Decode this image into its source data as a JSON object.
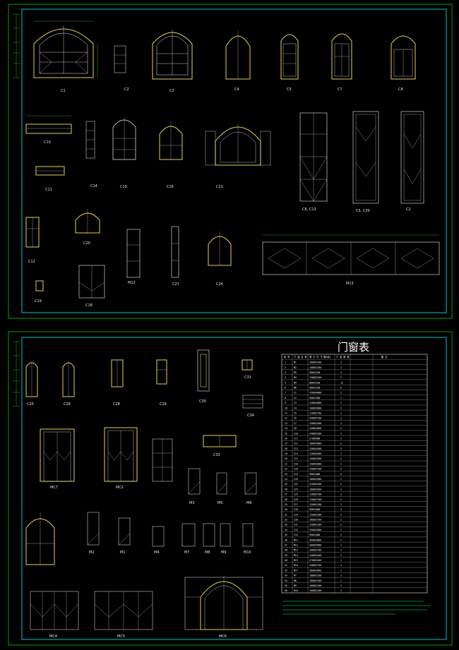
{
  "sheet_top": {
    "labels": [
      "C1",
      "C2",
      "C3",
      "C4",
      "C5",
      "C7",
      "C8",
      "C10",
      "C11",
      "C14",
      "C15",
      "C16",
      "C21",
      "C6, C13",
      "C5, C20",
      "C2",
      "C12",
      "C18",
      "C20",
      "C19",
      "M12",
      "C27",
      "C24",
      "M13"
    ]
  },
  "sheet_bottom": {
    "labels": [
      "C25",
      "C26",
      "C28",
      "C29",
      "C30",
      "C31",
      "C34",
      "C32",
      "MC7",
      "MC2",
      "M3",
      "M5",
      "M6",
      "M2",
      "M1",
      "M4",
      "M7",
      "M8",
      "M9",
      "M10",
      "MC4",
      "MC5",
      "MC6"
    ],
    "table_title": "门窗表",
    "table_headers": [
      "序 号",
      "门 窗 名 称",
      "洞 口 尺 寸(宽X高)",
      "门 窗 数 量",
      "备 注"
    ],
    "table_rows": [
      [
        "1",
        "M1",
        "1800X2100",
        "1"
      ],
      [
        "2",
        "M2",
        "1000X2100",
        "1"
      ],
      [
        "3",
        "M3",
        "900X2100",
        "4"
      ],
      [
        "4",
        "M4",
        "1500X2100",
        "2"
      ],
      [
        "5",
        "M5",
        "800X2100",
        "12"
      ],
      [
        "6",
        "M6",
        "900X2100",
        "6"
      ],
      [
        "7",
        "C1",
        "4200X4000",
        "2"
      ],
      [
        "8",
        "C2",
        "900X1500",
        "1"
      ],
      [
        "9",
        "C3",
        "2400X4000",
        "1"
      ],
      [
        "10",
        "C4",
        "1800X3000",
        "1"
      ],
      [
        "11",
        "C5",
        "1200X2700",
        "1"
      ],
      [
        "12",
        "C6",
        "5400X4700",
        "1"
      ],
      [
        "13",
        "C7",
        "1500X2400",
        "1"
      ],
      [
        "14",
        "C8",
        "2400X3600",
        "1"
      ],
      [
        "15",
        "C10",
        "2400X1500",
        "1"
      ],
      [
        "16",
        "C11",
        "2700X900",
        "1"
      ],
      [
        "17",
        "C12",
        "1800X3000",
        "2"
      ],
      [
        "18",
        "C13",
        "1500X4500",
        "2"
      ],
      [
        "19",
        "C14",
        "1200X4500",
        "1"
      ],
      [
        "20",
        "C15",
        "1500X3300",
        "2"
      ],
      [
        "21",
        "C16",
        "1500X3000",
        "1"
      ],
      [
        "22",
        "C18",
        "1500X2100",
        "2"
      ],
      [
        "23",
        "C19",
        "900X1800",
        "2"
      ],
      [
        "24",
        "C20",
        "1800X1800",
        "1"
      ],
      [
        "25",
        "C21",
        "2100X4200",
        "2"
      ],
      [
        "26",
        "C24",
        "1800X2400",
        "1"
      ],
      [
        "27",
        "C25",
        "1200X2700",
        "2"
      ],
      [
        "28",
        "C26",
        "1200X2700",
        "2"
      ],
      [
        "29",
        "C27",
        "1500X2100",
        "1"
      ],
      [
        "30",
        "C28",
        "900X1800",
        "4"
      ],
      [
        "31",
        "C29",
        "1200X1500",
        "2"
      ],
      [
        "32",
        "C30",
        "1800X2700",
        "1"
      ],
      [
        "33",
        "C31",
        "1500X1200",
        "2"
      ],
      [
        "34",
        "C32",
        "1500X1800",
        "1"
      ],
      [
        "35",
        "C34",
        "900X1800",
        "2"
      ],
      [
        "36",
        "MC1",
        "3600X3600",
        "1"
      ],
      [
        "37",
        "MC2",
        "3000X3600",
        "1"
      ],
      [
        "38",
        "MC3",
        "3000X2700",
        "1"
      ],
      [
        "39",
        "MC4",
        "2400X2400",
        "1"
      ],
      [
        "40",
        "MC5",
        "2700X2400",
        "1"
      ],
      [
        "41",
        "MC6",
        "2400X2700",
        "1"
      ],
      [
        "42",
        "MC7",
        "3000X3600",
        "1"
      ],
      [
        "43",
        "M7",
        "1000X2100",
        "1"
      ],
      [
        "44",
        "M8",
        "1000X2100",
        "1"
      ],
      [
        "45",
        "M9",
        "1000X2100",
        "1"
      ],
      [
        "46",
        "M10",
        "1000X2100",
        "1"
      ]
    ]
  },
  "colors": {
    "background": "#000000",
    "frame_green": "#00c800",
    "frame_cyan": "#00c8c8",
    "outline_yellow": "#e6d250",
    "line_white": "#f0f0f0",
    "dim_green": "#33cc33",
    "note_green": "#00ff66"
  }
}
